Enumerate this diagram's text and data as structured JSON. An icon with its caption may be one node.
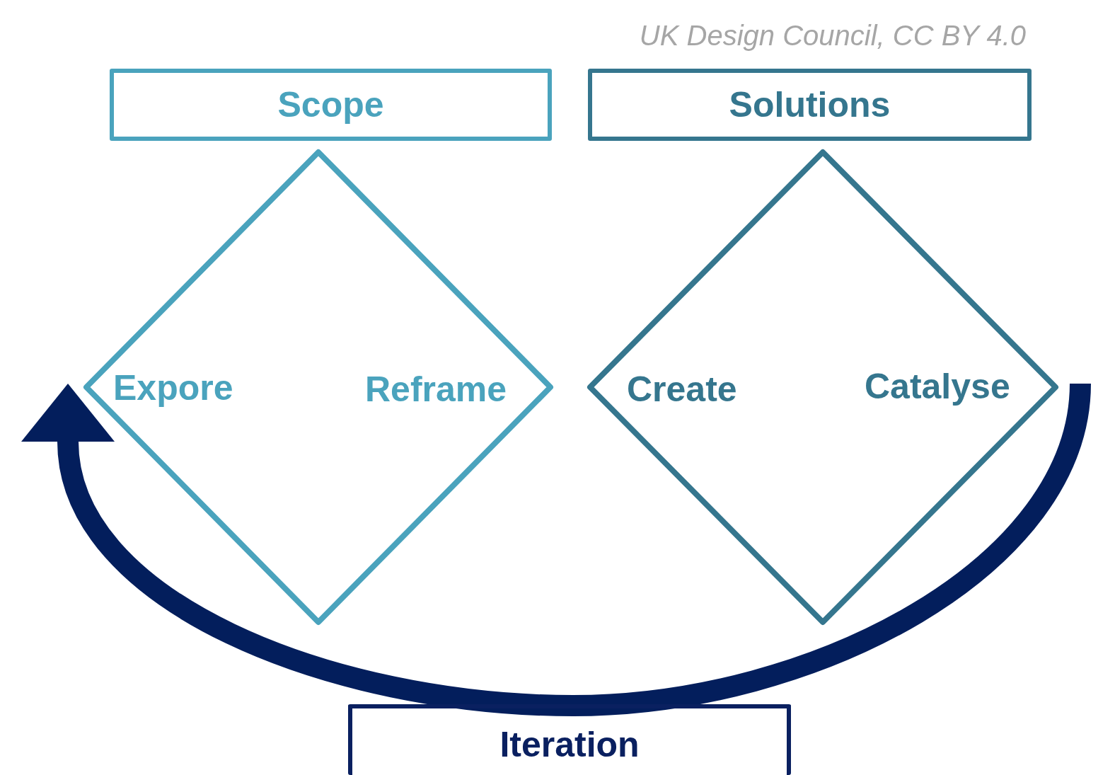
{
  "diagram": {
    "nodes": [
      {
        "text": [
          "Scope"
        ]
      },
      {
        "text": [
          "Solutions"
        ]
      },
      {
        "text": [
          "Expore",
          "Reframe"
        ]
      },
      {
        "text": [
          "Create",
          "Catalyse"
        ]
      },
      {
        "text": [
          "Iteration"
        ]
      }
    ],
    "edges": [
      {
        "from": 3,
        "to": 2,
        "arrow": "to"
      }
    ],
    "labels": [
      "UK Design Council, CC BY 4.0"
    ]
  }
}
